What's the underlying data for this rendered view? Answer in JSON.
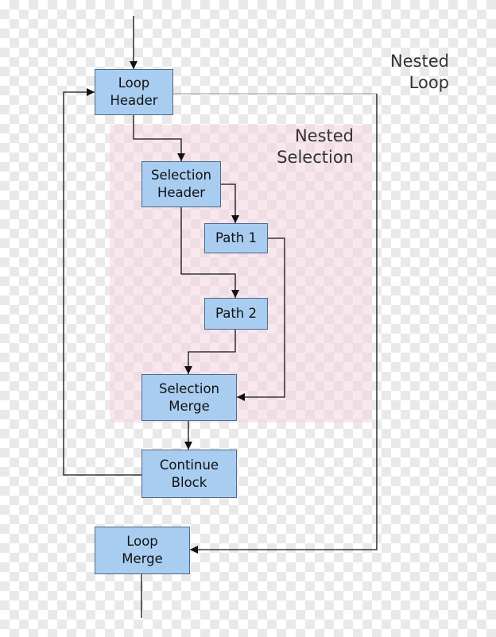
{
  "regions": {
    "nested_loop": "Nested\nLoop",
    "nested_selection": "Nested\nSelection"
  },
  "nodes": {
    "loop_header": "Loop\nHeader",
    "selection_header": "Selection\nHeader",
    "path1": "Path 1",
    "path2": "Path 2",
    "selection_merge": "Selection\nMerge",
    "continue_block": "Continue\nBlock",
    "loop_merge": "Loop\nMerge"
  },
  "colors": {
    "node_fill": "#a8cdf0",
    "node_border": "#4d6a88",
    "selection_region": "#f3d6de",
    "edge": "#111111"
  }
}
